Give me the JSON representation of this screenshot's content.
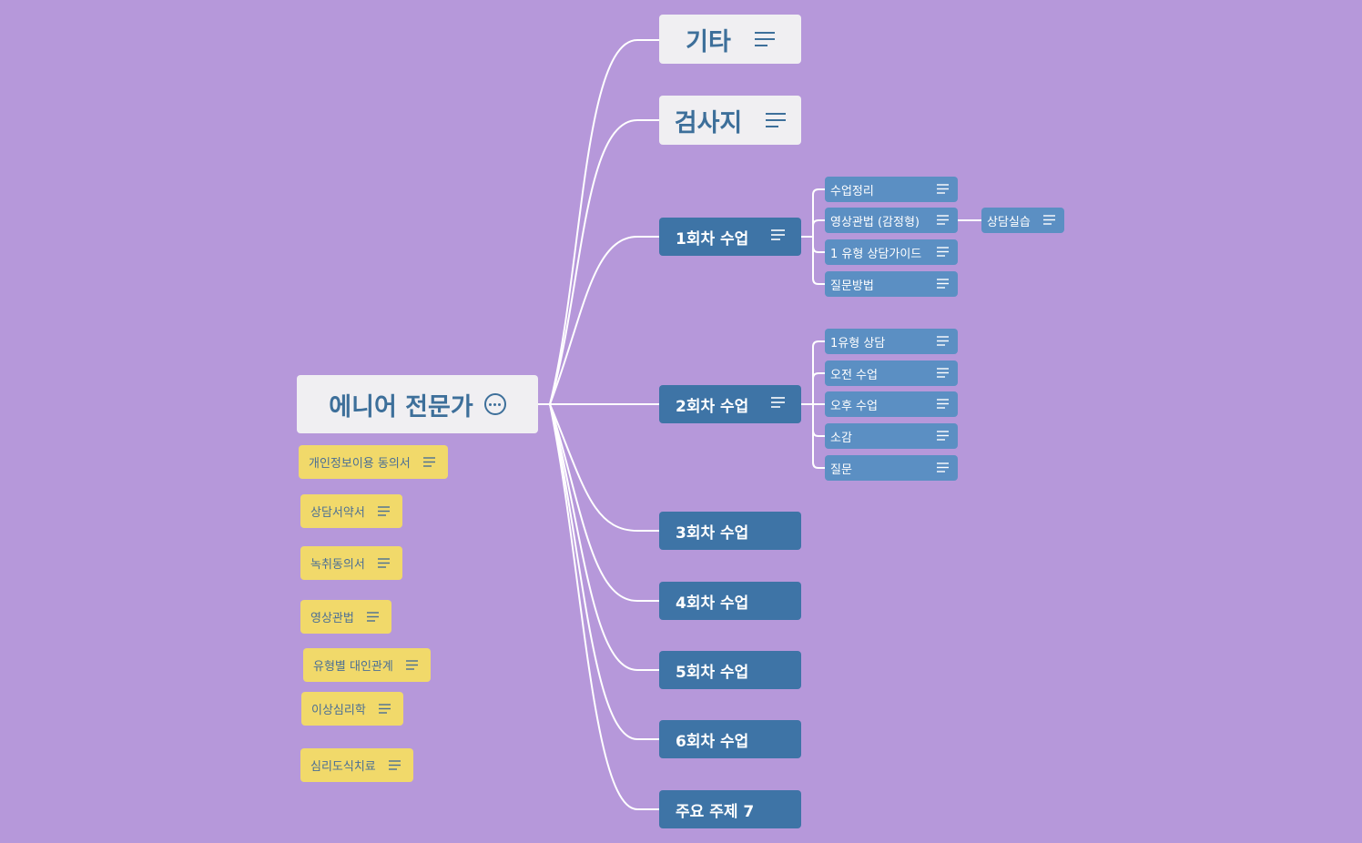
{
  "root": {
    "label": "에니어 전문가",
    "icon": "more-icon"
  },
  "top_nodes": [
    {
      "label": "기타",
      "icon": "notes-icon"
    },
    {
      "label": "검사지",
      "icon": "notes-icon"
    }
  ],
  "sessions": [
    {
      "label": "1회차 수업",
      "has_note": true,
      "children": [
        {
          "label": "수업정리"
        },
        {
          "label": "영상관법 (감정형)",
          "children": [
            {
              "label": "상담실습"
            }
          ]
        },
        {
          "label": "1 유형 상담가이드"
        },
        {
          "label": "질문방법"
        }
      ]
    },
    {
      "label": "2회차 수업",
      "has_note": true,
      "children": [
        {
          "label": "1유형 상담"
        },
        {
          "label": "오전 수업"
        },
        {
          "label": "오후 수업"
        },
        {
          "label": "소감"
        },
        {
          "label": "질문"
        }
      ]
    },
    {
      "label": "3회차 수업",
      "has_note": false
    },
    {
      "label": "4회차 수업",
      "has_note": false
    },
    {
      "label": "5회차 수업",
      "has_note": false
    },
    {
      "label": "6회차 수업",
      "has_note": false
    },
    {
      "label": "주요 주제 7",
      "has_note": false
    }
  ],
  "floating_notes": [
    {
      "label": "개인정보이용 동의서"
    },
    {
      "label": "상담서약서"
    },
    {
      "label": "녹취동의서"
    },
    {
      "label": "영상관법"
    },
    {
      "label": "유형별 대인관계"
    },
    {
      "label": "이상심리학"
    },
    {
      "label": "심리도식치료"
    }
  ],
  "colors": {
    "background": "#b698da",
    "root_fill": "#f0eff2",
    "main_fill": "#3e74a6",
    "sub_fill": "#5b8fc3",
    "sticky_fill": "#f1d96a",
    "connector": "#ffffff"
  }
}
